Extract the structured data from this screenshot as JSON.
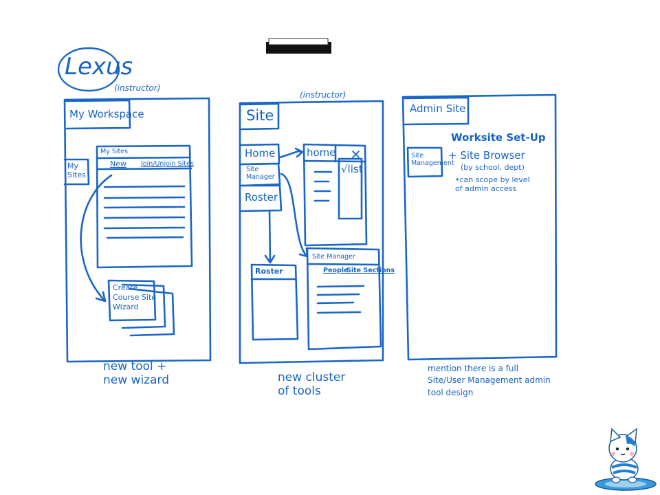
{
  "colors": {
    "ink": "#1a66c8",
    "paper": "#ffffff",
    "magnet": "#111111"
  },
  "logo": {
    "text": "Lexus"
  },
  "panel_left": {
    "role": "(instructor)",
    "tab": "My Workspace",
    "side_item": "My\nSites",
    "window_title": "My Sites",
    "link_new": "New",
    "link_join": "Join/Unjoin Sites",
    "wizard_label": "Create\nCourse Site\nWizard",
    "caption": "new tool +\nnew wizard"
  },
  "panel_mid": {
    "role": "(instructor)",
    "tab": "Site",
    "menu_home": "Home",
    "menu_site_manager": "Site\nManager",
    "menu_roster": "Roster",
    "home_window_title": "home",
    "close_mark": "x",
    "list_label": "√list",
    "roster_window_title": "Roster",
    "site_manager_title": "Site Manager",
    "tab_people": "People",
    "tab_sections": "Site Sections",
    "caption": "new cluster\nof tools"
  },
  "panel_right": {
    "tab": "Admin Site",
    "side_item": "Site\nManagement",
    "heading": "Worksite Set-Up",
    "bullet_main": "+ Site Browser",
    "bullet_sub": "(by school, dept)",
    "bullet_note": "•can scope by level\nof admin access",
    "caption": "mention there is a full\nSite/User Management admin\ntool design"
  },
  "mascot": {
    "icon": "cat-mascot-icon"
  }
}
